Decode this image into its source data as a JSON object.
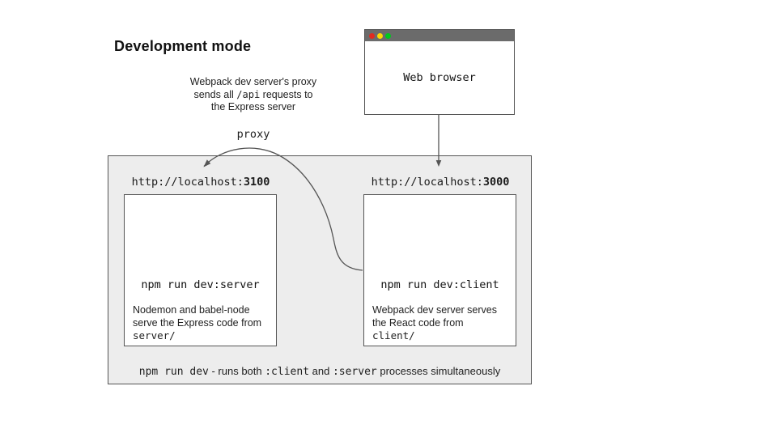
{
  "title": "Development mode",
  "note": {
    "line1": "Webpack dev server's proxy",
    "line2_pre": "sends all ",
    "line2_code": "/api",
    "line2_post": " requests to",
    "line3": "the Express server"
  },
  "proxy_label": "proxy",
  "browser": {
    "title": "Web browser"
  },
  "server": {
    "url_prefix": "http://localhost:",
    "port": "3100",
    "command": "npm run dev:server",
    "desc_line1": "Nodemon and babel-node",
    "desc_line2": "serve the Express code from",
    "desc_code": "server/"
  },
  "client": {
    "url_prefix": "http://localhost:",
    "port": "3000",
    "command": "npm run dev:client",
    "desc_line1": "Webpack dev server serves",
    "desc_line2": "the React code from",
    "desc_code": "client/"
  },
  "caption": {
    "code1": "npm run dev",
    "text1": " - runs both ",
    "code2": ":client",
    "text2": " and ",
    "code3": ":server",
    "text3": " processes simultaneously"
  },
  "colors": {
    "border": "#555555",
    "arrow": "#555555",
    "container_fill": "#ededed",
    "titlebar": "#6b6b6b",
    "dot_red": "#e02b20",
    "dot_yellow": "#fdd900",
    "dot_green": "#00c71d"
  }
}
